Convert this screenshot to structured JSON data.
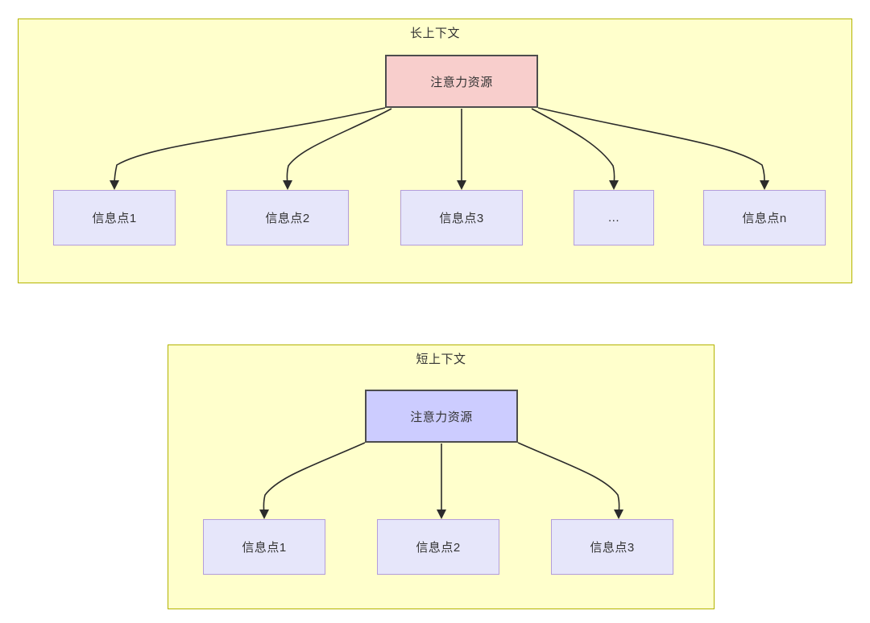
{
  "diagram": {
    "type": "tree-diagram",
    "background_color": "#ffffff",
    "panel_fill": "#ffffcc",
    "panel_border": "#b3b300",
    "edge_color": "#2b2b2b",
    "panels": [
      {
        "id": "long-context",
        "title": "长上下文",
        "root": {
          "label": "注意力资源",
          "fill": "#f8cecc",
          "border": "#4d4d4d"
        },
        "leaves": [
          {
            "label": "信息点1",
            "fill": "#e6e6fa",
            "border": "#b39ddb"
          },
          {
            "label": "信息点2",
            "fill": "#e6e6fa",
            "border": "#b39ddb"
          },
          {
            "label": "信息点3",
            "fill": "#e6e6fa",
            "border": "#b39ddb"
          },
          {
            "label": "...",
            "fill": "#e6e6fa",
            "border": "#b39ddb"
          },
          {
            "label": "信息点n",
            "fill": "#e6e6fa",
            "border": "#b39ddb"
          }
        ]
      },
      {
        "id": "short-context",
        "title": "短上下文",
        "root": {
          "label": "注意力资源",
          "fill": "#ccccff",
          "border": "#4d4d4d"
        },
        "leaves": [
          {
            "label": "信息点1",
            "fill": "#e6e6fa",
            "border": "#b39ddb"
          },
          {
            "label": "信息点2",
            "fill": "#e6e6fa",
            "border": "#b39ddb"
          },
          {
            "label": "信息点3",
            "fill": "#e6e6fa",
            "border": "#b39ddb"
          }
        ]
      }
    ]
  }
}
